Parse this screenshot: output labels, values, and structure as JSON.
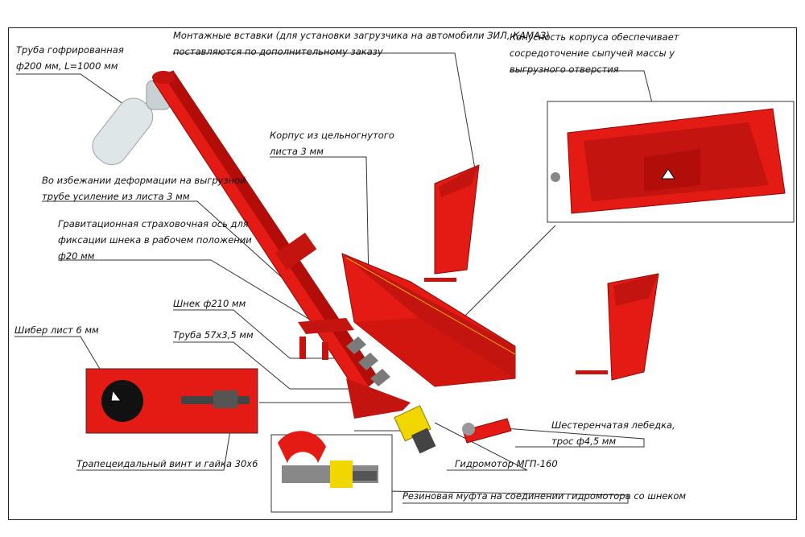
{
  "colors": {
    "body_red": "#e41a14",
    "dark_red": "#b30d0a",
    "shadow_red": "#8c0806",
    "hose": "#dfe6e8",
    "coupling": "#f2d600",
    "gray": "#777777"
  },
  "labels": {
    "hose": [
      "Труба гофрированная",
      "ф200 мм, L=1000 мм"
    ],
    "mount": [
      "Монтажные вставки (для установки загрузчика на автомобили ЗИЛ, КАМАЗ)",
      "поставляются по дополнительному заказу"
    ],
    "taper": [
      "Конусность корпуса обеспечивает",
      "сосредоточение сыпучей массы у",
      "выгрузного отверстия"
    ],
    "body": [
      "Корпус из цельногнутого",
      "листа 3 мм"
    ],
    "reinforce": [
      "Во избежании деформации на выгрузной",
      "трубе усиление из листа 3 мм"
    ],
    "axis": [
      "Гравитационная страховочная ось для",
      "фиксации шнека в рабочем положении",
      "ф20 мм"
    ],
    "auger": [
      "Шнек ф210 мм"
    ],
    "pipe": [
      "Труба 57х3,5 мм"
    ],
    "gate": [
      "Шибер лист 6 мм"
    ],
    "winch": [
      "Шестеренчатая лебедка,",
      "трос ф4,5 мм"
    ],
    "screw": [
      "Трапецеидальный винт и гайка 30х6"
    ],
    "motor": [
      "Гидромотор МГП-160"
    ],
    "coupling": [
      "Резиновая муфта на соединении гидромотора со шнеком"
    ]
  }
}
